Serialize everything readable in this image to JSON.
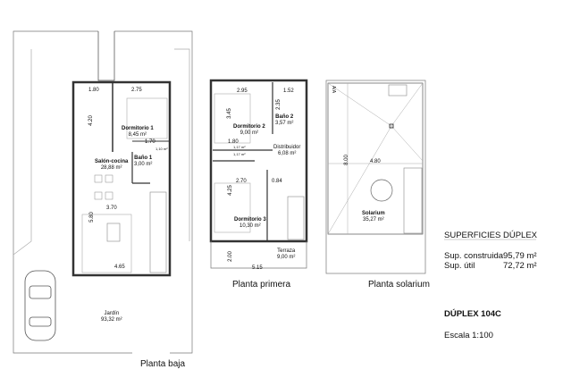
{
  "plans": {
    "ground": {
      "title": "Planta baja",
      "rooms": [
        {
          "name": "Dormitorio 1",
          "area": "8,45 m²"
        },
        {
          "name": "Salón-cocina",
          "area": "28,88 m²"
        },
        {
          "name": "Baño 1",
          "area": "3,00 m²"
        },
        {
          "name": "Jardín",
          "area": "93,32 m²"
        }
      ],
      "dims": [
        "1.80",
        "2.75",
        "4.20",
        "1.70",
        "1,10 m²",
        "3.70",
        "5.80",
        "4.65"
      ]
    },
    "first": {
      "title": "Planta primera",
      "rooms": [
        {
          "name": "Dormitorio 2",
          "area": "9,00 m²"
        },
        {
          "name": "Baño 2",
          "area": "3,57 m²"
        },
        {
          "name": "Distribuidor",
          "area": "6,08 m²"
        },
        {
          "name": "Dormitorio 3",
          "area": "10,30 m²"
        },
        {
          "name": "Terraza",
          "area": "9,00 m²"
        }
      ],
      "dims": [
        "2.95",
        "1.52",
        "3.45",
        "2.35",
        "1.80",
        "1,17 m²",
        "1,17 m²",
        "2.70",
        "0.84",
        "4.25",
        "2.00",
        "5.15"
      ]
    },
    "solarium": {
      "title": "Planta solarium",
      "rooms": [
        {
          "name": "Solarium",
          "area": "35,27 m²"
        }
      ],
      "dims": [
        "8.00",
        "4.80"
      ],
      "ac_label": "A/A"
    }
  },
  "summary": {
    "heading": "SUPERFICIES DÚPLEX",
    "rows": [
      {
        "label": "Sup. construida",
        "value": "95,79 m²"
      },
      {
        "label": "Sup. útil",
        "value": "72,72 m²"
      }
    ],
    "unit_name": "DÚPLEX 104C",
    "scale": "Escala 1:100"
  }
}
